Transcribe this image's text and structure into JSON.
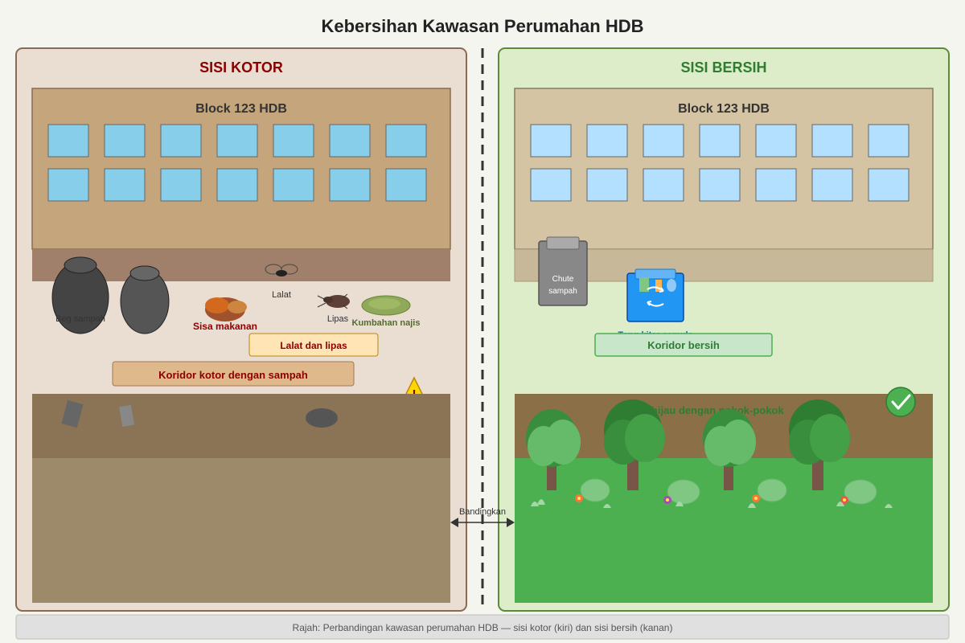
{
  "title": "Kebersihan Kawasan Perumahan HDB",
  "caption": "Rajah: Perbandingan kawasan perumahan HDB — sisi kotor (kiri) dan sisi bersih (kanan)",
  "compare_label": "Bandingkan",
  "dirty": {
    "heading": "SISI KOTOR",
    "block_name": "Block 123 HDB",
    "trash_bag_label": "Beg sampah",
    "flies_label": "Lalat",
    "food_label": "Sisa makanan",
    "cockroach_label": "Lipas",
    "sewage_label": "Kumbahan najis",
    "pests_tag": "Lalat dan lipas",
    "corridor_tag": "Koridor kotor dengan sampah",
    "warning_glyph": "!"
  },
  "clean": {
    "heading": "SISI BERSIH",
    "block_name": "Block 123 HDB",
    "chute_line1": "Chute",
    "chute_line2": "sampah",
    "recycle_label": "Tong kitar semula",
    "corridor_tag": "Koridor bersih",
    "garden_label": "Taman hijau dengan pokok-pokok"
  },
  "colors": {
    "dirty_text": "#8b0000",
    "clean_text": "#2e7d32",
    "dirty_panel": "#eaddd2",
    "clean_panel": "#deedc9"
  }
}
